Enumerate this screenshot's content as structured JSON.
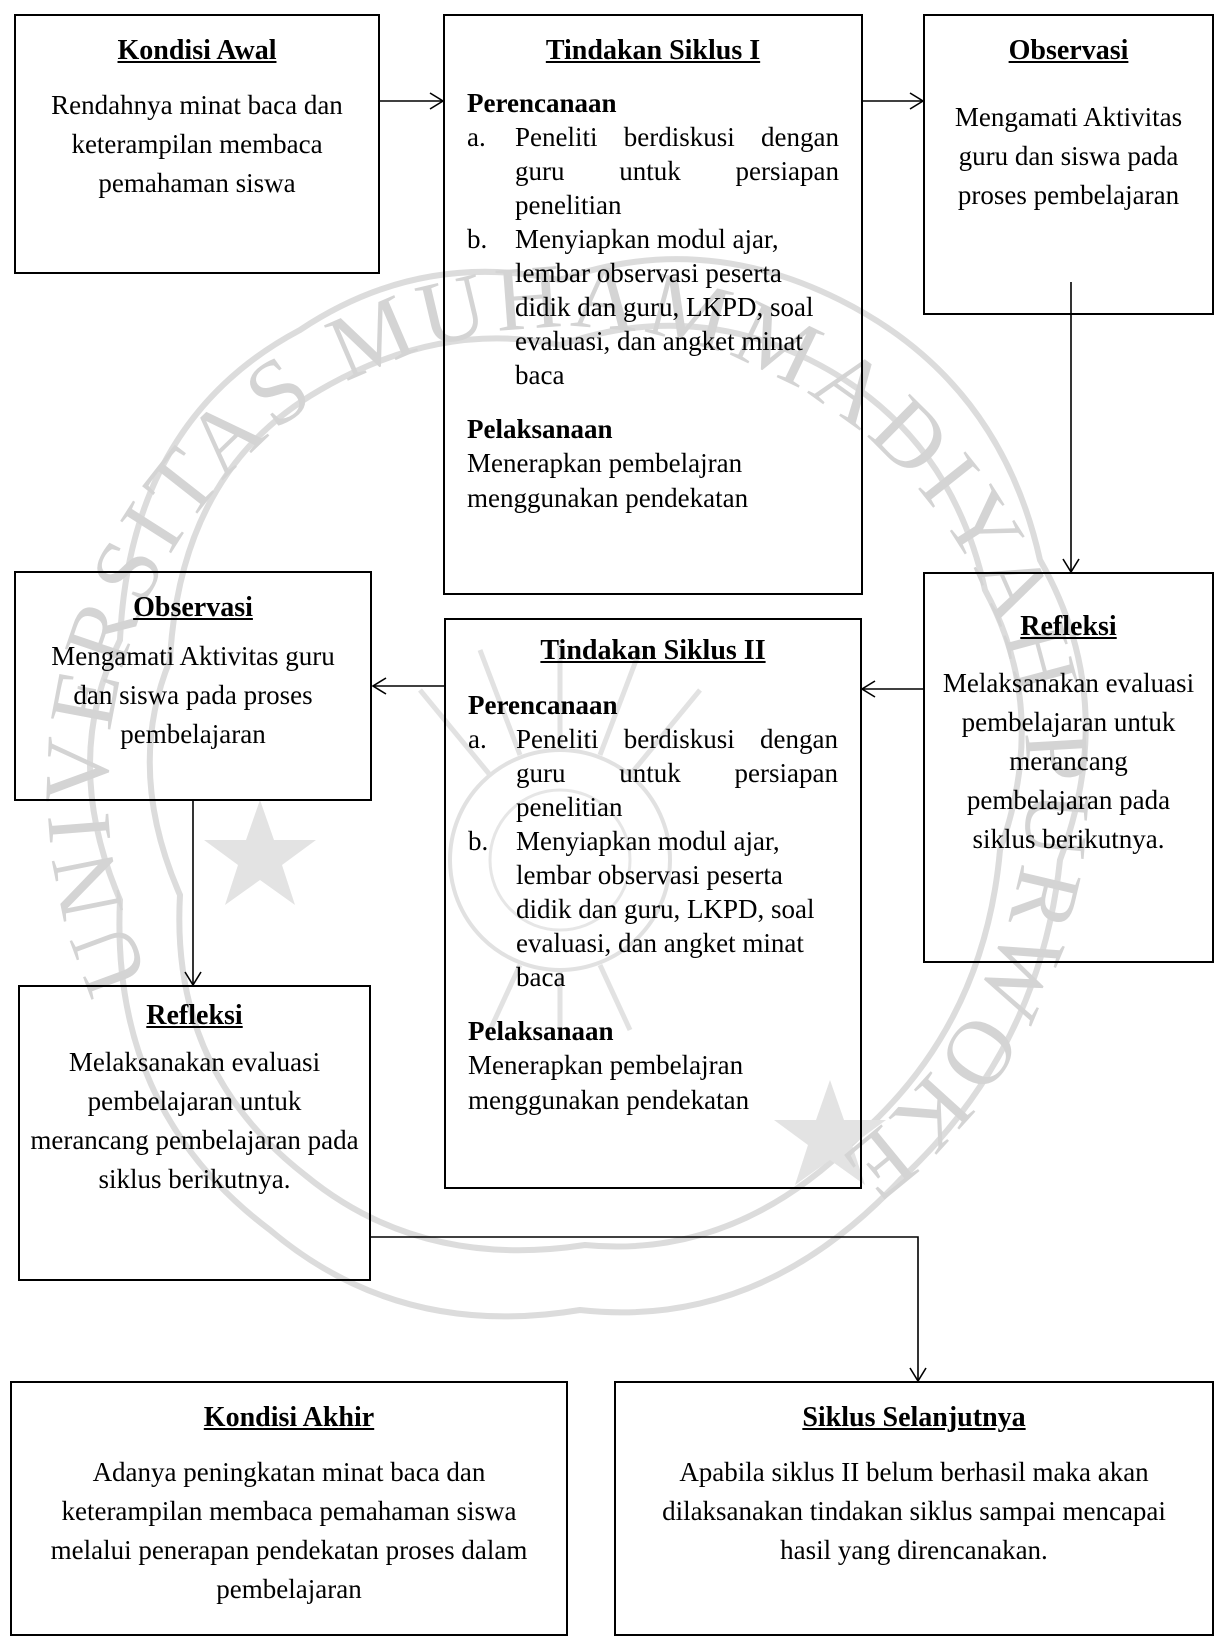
{
  "kondisi_awal": {
    "title": "Kondisi Awal",
    "text": "Rendahnya minat baca dan keterampilan membaca pemahaman siswa"
  },
  "siklus1": {
    "title": "Tindakan Siklus I",
    "perencanaan": "Perencanaan",
    "items": [
      {
        "marker": "a.",
        "text": "Peneliti berdiskusi dengan guru untuk persiapan penelitian"
      },
      {
        "marker": "b.",
        "text": "Menyiapkan modul ajar, lembar observasi peserta didik dan guru, LKPD, soal evaluasi, dan angket minat baca"
      }
    ],
    "pelaksanaan": "Pelaksanaan",
    "pelaksanaan_text": "Menerapkan pembelajran menggunakan pendekatan"
  },
  "observasi1": {
    "title": "Observasi",
    "text": "Mengamati Aktivitas guru dan siswa pada proses pembelajaran"
  },
  "refleksi1": {
    "title": "Refleksi",
    "text": "Melaksanakan evaluasi pembelajaran untuk merancang pembelajaran pada siklus berikutnya."
  },
  "siklus2": {
    "title": "Tindakan Siklus II",
    "perencanaan": "Perencanaan",
    "items": [
      {
        "marker": "a.",
        "text": "Peneliti berdiskusi dengan guru untuk persiapan penelitian"
      },
      {
        "marker": "b.",
        "text": "Menyiapkan modul ajar, lembar observasi peserta didik dan guru, LKPD, soal evaluasi, dan angket minat baca"
      }
    ],
    "pelaksanaan": "Pelaksanaan",
    "pelaksanaan_text": "Menerapkan pembelajran menggunakan pendekatan"
  },
  "observasi2": {
    "title": "Observasi",
    "text": "Mengamati Aktivitas guru dan siswa pada proses pembelajaran"
  },
  "refleksi2": {
    "title": "Refleksi",
    "text": "Melaksanakan evaluasi pembelajaran untuk merancang pembelajaran pada siklus berikutnya."
  },
  "kondisi_akhir": {
    "title": "Kondisi Akhir",
    "text": "Adanya peningkatan minat baca dan keterampilan membaca pemahaman siswa melalui penerapan pendekatan proses dalam pembelajaran"
  },
  "siklus_selanjutnya": {
    "title": "Siklus Selanjutnya",
    "text": "Apabila siklus II belum berhasil maka akan dilaksanakan tindakan siklus sampai mencapai hasil yang direncanakan."
  },
  "watermark": {
    "text": "UNIVERSITAS MUHAMMADIYAH PURWOKERTO",
    "color": "#d9d9d9"
  }
}
